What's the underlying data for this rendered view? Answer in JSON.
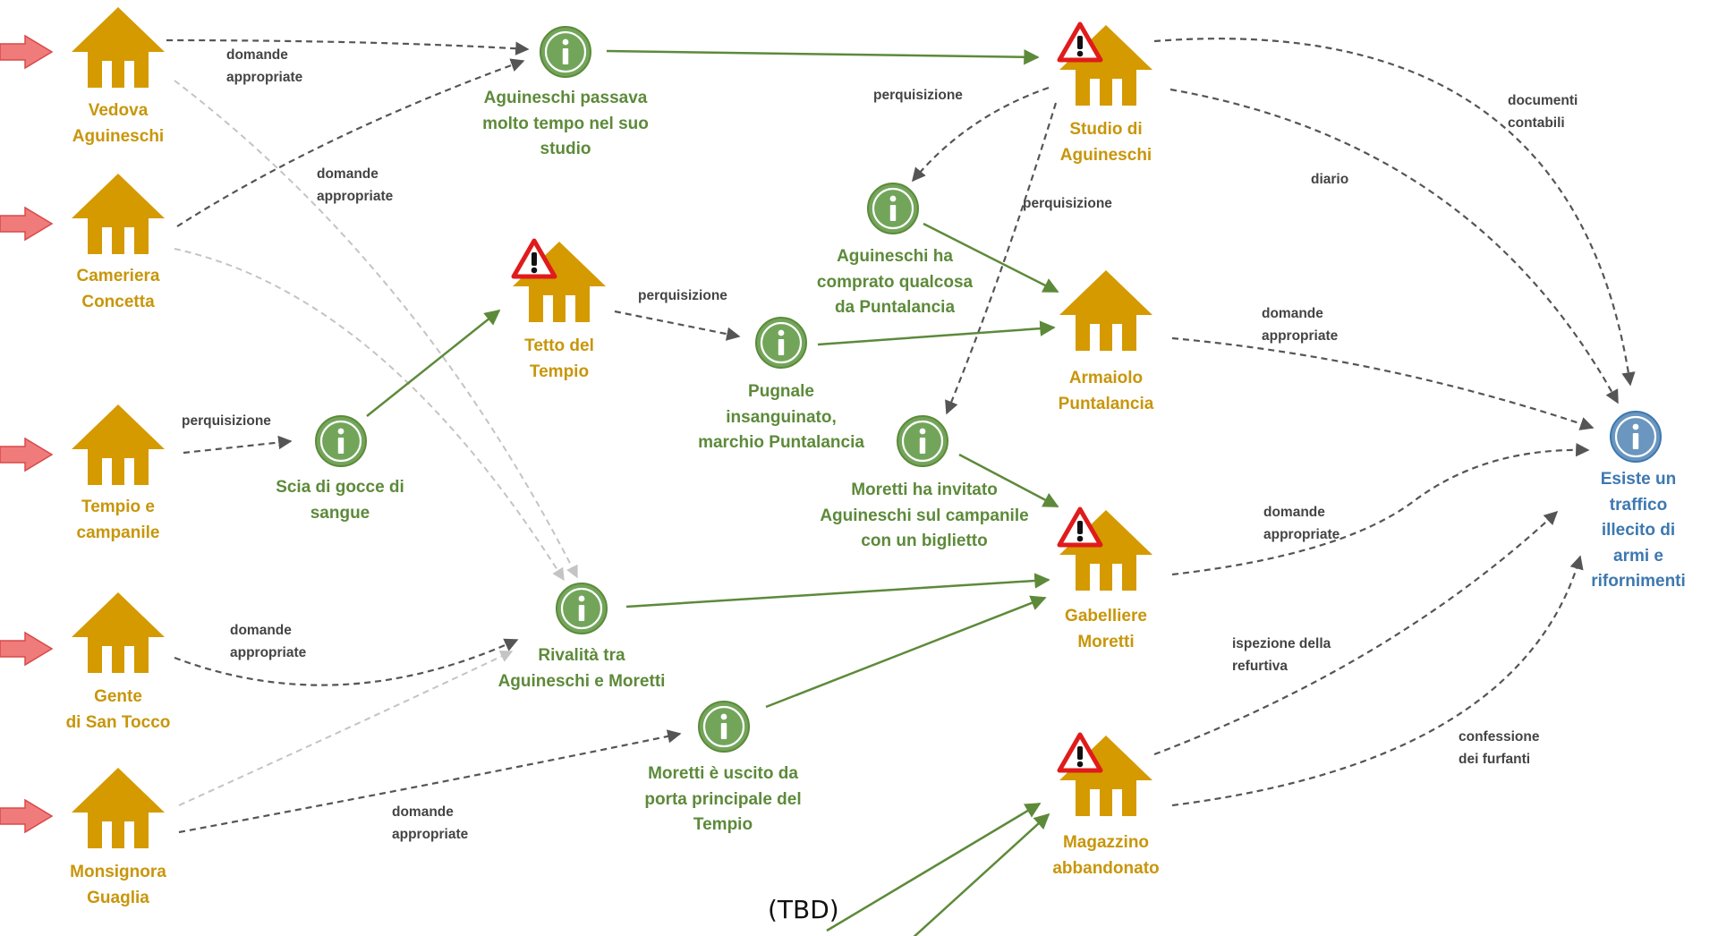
{
  "colors": {
    "location": "#d49a00",
    "location_text": "#c8960b",
    "clue_fill": "#72a55a",
    "clue_stroke": "#5d8a3a",
    "goal_fill": "#6a96bf",
    "dashed_arrow": "#555555",
    "light_dashed_arrow": "#c4c4c4",
    "solid_arrow": "#5d8a3a",
    "entry_arrow": "#f07b7b",
    "warning": "#e01b1b"
  },
  "locations": {
    "vedova": {
      "label": "Vedova\nAguineschi",
      "icon": "house-icon"
    },
    "cameriera": {
      "label": "Cameriera\nConcetta",
      "icon": "house-icon"
    },
    "tempio": {
      "label": "Tempio e\ncampanile",
      "icon": "house-icon"
    },
    "gente": {
      "label": "Gente\ndi San Tocco",
      "icon": "house-icon"
    },
    "monsignora": {
      "label": "Monsignora\nGuaglia",
      "icon": "house-icon"
    },
    "tetto": {
      "label": "Tetto del\nTempio",
      "icon": "house-warning-icon"
    },
    "studio": {
      "label": "Studio di\nAguineschi",
      "icon": "house-warning-icon"
    },
    "armaiolo": {
      "label": "Armaiolo\nPuntalancia",
      "icon": "house-icon"
    },
    "gabelliere": {
      "label": "Gabelliere\nMoretti",
      "icon": "house-warning-icon"
    },
    "magazzino": {
      "label": "Magazzino\nabbandonato",
      "icon": "house-warning-icon"
    }
  },
  "clues": {
    "passava": {
      "label": "Aguineschi passava\nmolto tempo nel suo\nstudio",
      "icon": "info-icon"
    },
    "scia": {
      "label": "Scia di gocce di\nsangue",
      "icon": "info-icon"
    },
    "rivalita": {
      "label": "Rivalità tra\nAguineschi  e Moretti",
      "icon": "info-icon"
    },
    "uscito": {
      "label": "Moretti è uscito da\nporta principale del\nTempio",
      "icon": "info-icon"
    },
    "pugnale": {
      "label": "Pugnale\ninsanguinato,\nmarchio Puntalancia",
      "icon": "info-icon"
    },
    "comprato": {
      "label": "Aguineschi ha\ncomprato qualcosa\nda Puntalancia",
      "icon": "info-icon"
    },
    "invitato": {
      "label": "Moretti ha invitato\nAguineschi sul campanile\ncon un biglietto",
      "icon": "info-icon"
    }
  },
  "goal": {
    "label": "Esiste un traffico\nillecito di armi e\nrifornimenti",
    "icon": "info-icon"
  },
  "edge_labels": {
    "vedova_domande": "domande\nappropriate",
    "cameriera_domande": "domande\nappropriate",
    "tempio_perquisizione": "perquisizione",
    "gente_domande": "domande\nappropriate",
    "monsignora_domande": "domande\nappropriate",
    "tetto_perquisizione": "perquisizione",
    "studio_perquisizione_1": "perquisizione",
    "studio_perquisizione_2": "perquisizione",
    "documenti": "documenti\ncontabili",
    "diario": "diario",
    "armaiolo_domande": "domande\nappropriate",
    "gabelliere_domande": "domande\nappropriate",
    "ispezione": "ispezione della\nrefurtiva",
    "confessione": "confessione\ndei furfanti"
  },
  "tbd": "(TBD)"
}
